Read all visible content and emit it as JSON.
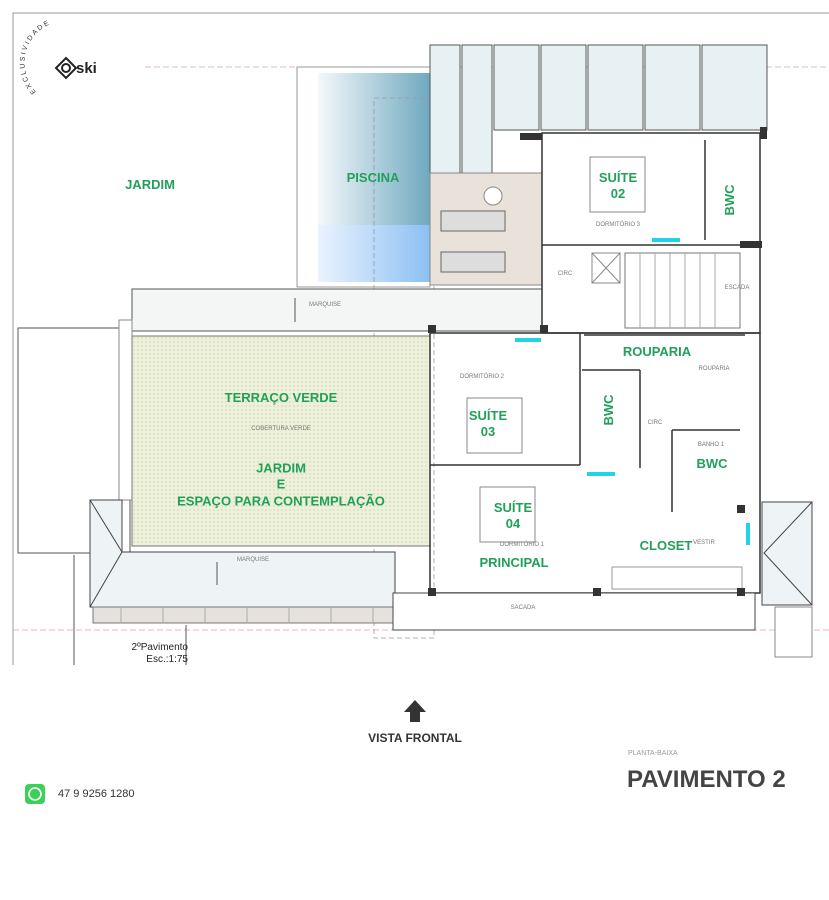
{
  "logo": {
    "arc_text": "EXCLUSIVIDADE",
    "brand": "ski"
  },
  "rooms": {
    "jardim": "JARDIM",
    "piscina": "PISCINA",
    "suite02": [
      "SUÍTE",
      "02"
    ],
    "bwc_suite02": "BWC",
    "rouparia": "ROUPARIA",
    "suite03": [
      "SUÍTE",
      "03"
    ],
    "bwc_suite03": "BWC",
    "bwc_banho1": "BWC",
    "terraco_verde": "TERRAÇO VERDE",
    "jardim_contemplacao": [
      "JARDIM",
      "E",
      "ESPAÇO PARA CONTEMPLAÇÃO"
    ],
    "suite04": [
      "SUÍTE",
      "04"
    ],
    "principal": "PRINCIPAL",
    "closet": "CLOSET"
  },
  "plan_labels": {
    "marquise_top": "MARQUISE",
    "marquise_bottom": "MARQUISE",
    "cobertura_verde": "COBERTURA VERDE",
    "dormitorio3": "DORMITÓRIO 3",
    "dormitorio2": "DORMITÓRIO 2",
    "dormitorio1": "DORMITÓRIO 1",
    "circ_top": "CIRC",
    "circ_mid": "CIRC",
    "escada": "ESCADA",
    "rouparia_small": "ROUPARIA",
    "banho1": "BANHO 1",
    "vestir": "VESTIR",
    "sacada": "SACADA"
  },
  "drawing_title": {
    "floor": "2ºPavimento",
    "scale": "Esc.:1:75"
  },
  "orientation": {
    "label": "VISTA FRONTAL",
    "icon": "arrow-up-icon"
  },
  "sheet": {
    "subtitle": "PLANTA-BAIXA",
    "title": "PAVIMENTO 2"
  },
  "contact": {
    "icon": "whatsapp-icon",
    "phone": "47 9 9256 1280"
  },
  "colors": {
    "room_label": "#22a05a",
    "pool": "#8fc3e6",
    "green_roof": "#eef1d9",
    "window_marker": "#22d3e6",
    "whatsapp": "#3ccf5a"
  }
}
